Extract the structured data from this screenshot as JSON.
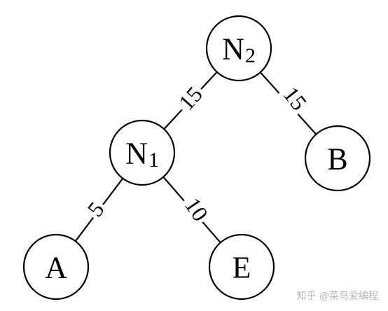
{
  "diagram": {
    "nodes": [
      {
        "id": "N2",
        "label": "N",
        "sub": "2"
      },
      {
        "id": "N1",
        "label": "N",
        "sub": "1"
      },
      {
        "id": "B",
        "label": "B",
        "sub": ""
      },
      {
        "id": "A",
        "label": "A",
        "sub": ""
      },
      {
        "id": "E",
        "label": "E",
        "sub": ""
      }
    ],
    "edges": [
      {
        "from": "N2",
        "to": "N1",
        "weight": "15"
      },
      {
        "from": "N2",
        "to": "B",
        "weight": "15"
      },
      {
        "from": "N1",
        "to": "A",
        "weight": "5"
      },
      {
        "from": "N1",
        "to": "E",
        "weight": "10"
      }
    ]
  },
  "watermark": {
    "text": "知乎 @菜鸟爱编程"
  }
}
